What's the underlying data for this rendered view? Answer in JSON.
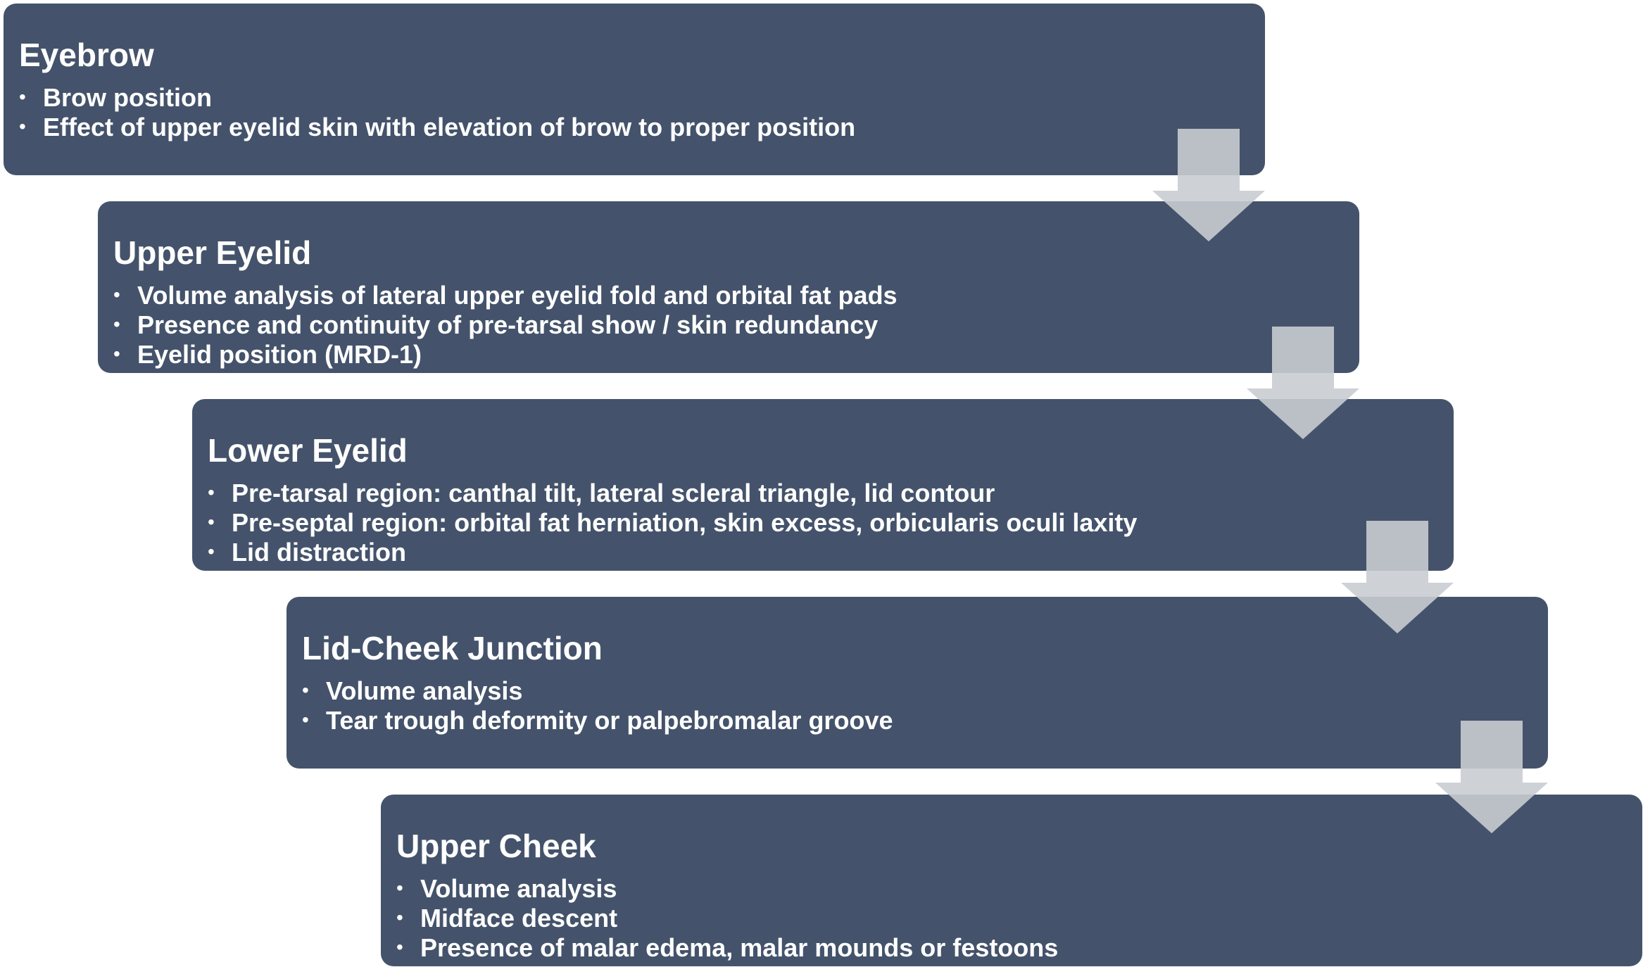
{
  "colors": {
    "box_fill": "#44536b",
    "text": "#ffffff",
    "arrow_fill": "#c9ccd1"
  },
  "steps": [
    {
      "title": "Eyebrow",
      "items": [
        "Brow position",
        "Effect of upper eyelid skin with elevation of brow to proper position"
      ]
    },
    {
      "title": "Upper Eyelid",
      "items": [
        "Volume analysis of lateral upper eyelid fold and orbital fat pads",
        "Presence and continuity of pre-tarsal show / skin redundancy",
        "Eyelid position (MRD-1)"
      ]
    },
    {
      "title": "Lower Eyelid",
      "items": [
        "Pre-tarsal region: canthal tilt, lateral scleral triangle, lid contour",
        "Pre-septal region: orbital fat herniation, skin excess, orbicularis oculi laxity",
        "Lid distraction"
      ]
    },
    {
      "title": "Lid-Cheek Junction",
      "items": [
        "Volume analysis",
        "Tear trough deformity or palpebromalar groove"
      ]
    },
    {
      "title": "Upper Cheek",
      "items": [
        "Volume analysis",
        "Midface descent",
        "Presence of malar edema, malar mounds or festoons"
      ]
    }
  ],
  "arrow_icon": "down-arrow-icon"
}
